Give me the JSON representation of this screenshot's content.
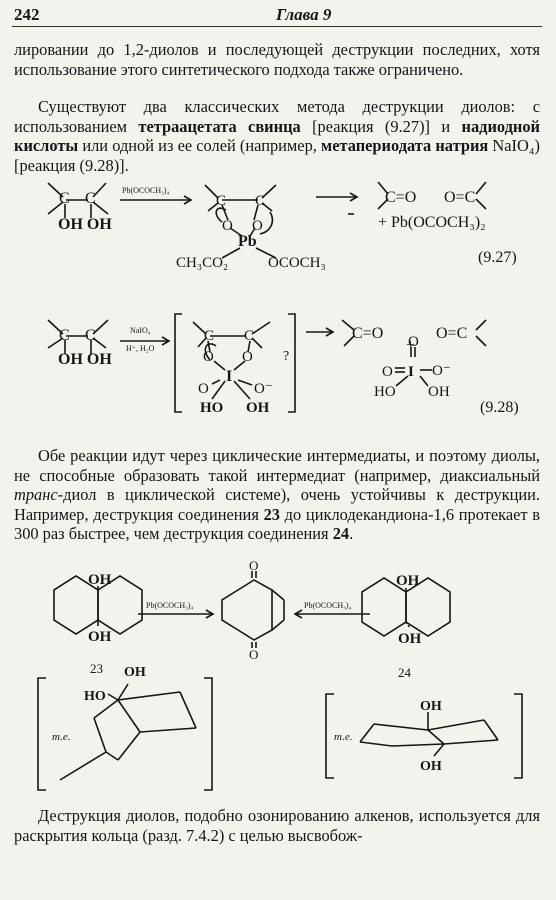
{
  "header": {
    "page_number": "242",
    "chapter": "Глава 9"
  },
  "para1": "лировании до 1,2-диолов и последующей деструкции послед­них, хотя использование этого синтетического подхода также ограничено.",
  "para2": {
    "t1": "Существуют два классических метода деструкции диолов: с использованием ",
    "b1": "тетраацетата свинца",
    "t2": " [реакция (9.27)] и ",
    "b2": "надиодной кислоты",
    "t3": " или одной из ее солей (например, ",
    "b3": "метапериодата натрия",
    "t4": " NaIO₄) [реакция (9.28)]."
  },
  "rxn927": {
    "reagent": "Pb(OCOCH₃)₄",
    "oh_pair": "OH OH",
    "pb": "Pb",
    "ac1": "CH₃CO₂",
    "ac2": "OCOCH₃",
    "prod_a": "C=O",
    "prod_b": "O=C",
    "byprod": "+ Pb(OCOCH₃)₂",
    "number": "(9.27)"
  },
  "rxn928": {
    "reagent_top": "NaIO₄",
    "reagent_bottom": "H⁺, H₂O",
    "oh_pair": "OH OH",
    "iodine": "I",
    "prod_a": "C=O",
    "prod_b": "O=C",
    "plus": "+",
    "number": "(9.28)"
  },
  "para3": {
    "t1": "Обе реакции идут через циклические интермедиаты, и поэтому диолы, не способные образовать такой интермедиат (например, диаксиальный ",
    "i1": "транс",
    "t2": "-диол в циклической системе), очень устойчивы к деструкции. Например, деструкция соединения ",
    "b1": "23",
    "t3": " до циклодекандиона-1,6 протекает в 300 раз быстрее, чем деструкция соединения ",
    "b2": "24",
    "t4": "."
  },
  "decalins": {
    "reagent": "Pb(OCOCH₃)₄",
    "label_23": "23",
    "label_24": "24",
    "oh": "OH",
    "ho": "HO",
    "conf_label": "т.е."
  },
  "para4": "Деструкция диолов, подобно озонированию алкенов, исполь­зуется для раскрытия кольца (разд. 7.4.2) с целью высвобож-"
}
